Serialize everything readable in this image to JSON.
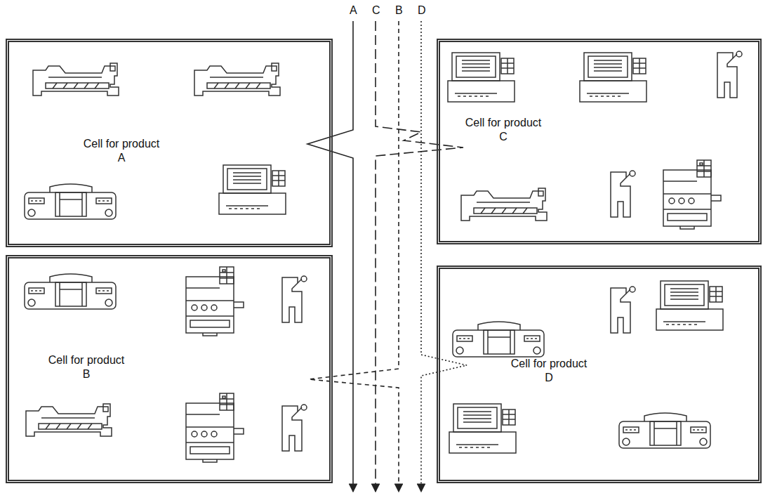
{
  "diagram": {
    "nodes": [
      {
        "text": [
          "Cell for product A"
        ]
      },
      {
        "text": [
          "Cell for product C"
        ]
      },
      {
        "text": [
          "Cell for product B"
        ]
      },
      {
        "text": [
          "Cell for product D"
        ]
      }
    ],
    "labels": [
      "A",
      "C",
      "B",
      "D"
    ]
  }
}
